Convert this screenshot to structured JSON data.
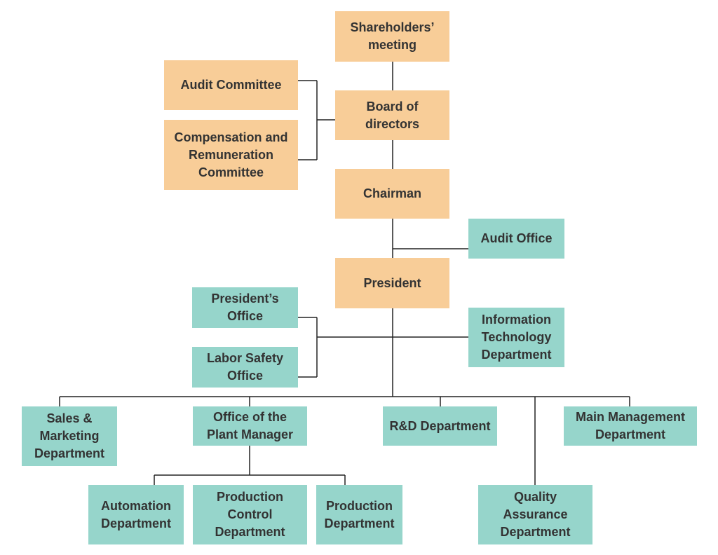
{
  "colors": {
    "governance": "#f8cd98",
    "department": "#96d5cb",
    "text": "#333333",
    "line": "#222222"
  },
  "nodes": {
    "shareholders": {
      "lines": [
        "Shareholders’",
        "meeting"
      ]
    },
    "audit_committee": {
      "lines": [
        "Audit Committee"
      ]
    },
    "compensation_committee": {
      "lines": [
        "Compensation and",
        "Remuneration",
        "Committee"
      ]
    },
    "board": {
      "lines": [
        "Board of",
        "directors"
      ]
    },
    "chairman": {
      "lines": [
        "Chairman"
      ]
    },
    "audit_office": {
      "lines": [
        "Audit Office"
      ]
    },
    "president": {
      "lines": [
        "President"
      ]
    },
    "presidents_office": {
      "lines": [
        "President’s",
        "Office"
      ]
    },
    "labor_safety": {
      "lines": [
        "Labor Safety",
        "Office"
      ]
    },
    "it_department": {
      "lines": [
        "Information",
        "Technology",
        "Department"
      ]
    },
    "sales_marketing": {
      "lines": [
        "Sales &",
        "Marketing",
        "Department"
      ]
    },
    "plant_manager": {
      "lines": [
        "Office of the",
        "Plant Manager"
      ]
    },
    "rd_department": {
      "lines": [
        "R&D Department"
      ]
    },
    "main_management": {
      "lines": [
        "Main Management",
        "Department"
      ]
    },
    "automation": {
      "lines": [
        "Automation",
        "Department"
      ]
    },
    "production_control": {
      "lines": [
        "Production",
        "Control",
        "Department"
      ]
    },
    "production": {
      "lines": [
        "Production",
        "Department"
      ]
    },
    "quality_assurance": {
      "lines": [
        "Quality",
        "Assurance",
        "Department"
      ]
    }
  }
}
